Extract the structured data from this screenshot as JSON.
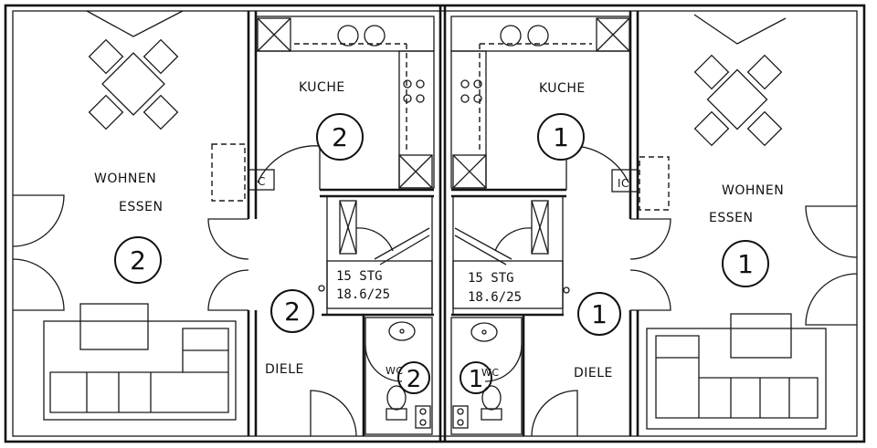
{
  "units": {
    "unit_2": {
      "kitchen": "KUCHE",
      "living": "WOHNEN",
      "dining": "ESSEN",
      "hall": "DIELE",
      "wc": "WC",
      "clean_ic": "IC",
      "stair_steps": "15 STG",
      "stair_dims": "18.6/25",
      "number": "2"
    },
    "unit_1": {
      "kitchen": "KUCHE",
      "living": "WOHNEN",
      "dining": "ESSEN",
      "hall": "DIELE",
      "wc": "WC",
      "clean_ic": "IC",
      "stair_steps": "15 STG",
      "stair_dims": "18.6/25",
      "number": "1"
    }
  }
}
